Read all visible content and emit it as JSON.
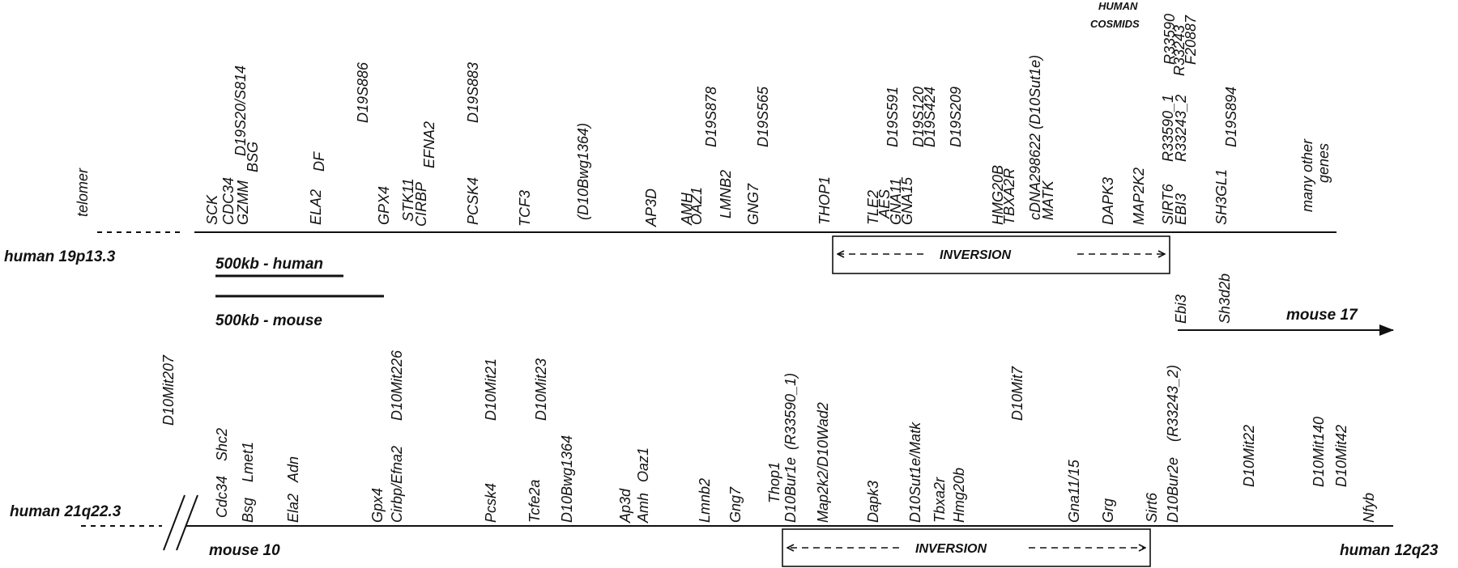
{
  "top_track": {
    "left_label": "telomer",
    "chrom_label": "human 19p13.3",
    "right_label_1": "many other",
    "right_label_2": "genes",
    "cosmids_label_1": "HUMAN",
    "cosmids_label_2": "COSMIDS",
    "inversion_label": "INVERSION",
    "scale_human": "500kb - human",
    "scale_mouse": "500kb - mouse",
    "genes": [
      "SCK",
      "CDC34",
      "GZMM",
      "BSG",
      "D19S20/S814",
      "ELA2",
      "DF",
      "D19S886",
      "GPX4",
      "STK11",
      "CIRBP",
      "EFNA2",
      "PCSK4",
      "D19S883",
      "TCF3",
      "(D10Bwg1364)",
      "AP3D",
      "AMH",
      "OAZ1",
      "D19S878",
      "LMNB2",
      "GNG7",
      "D19S565",
      "THOP1",
      "TLE2",
      "AES",
      "GNA11",
      "GNA15",
      "D19S591",
      "D19S120",
      "D19S424",
      "D19S209",
      "HMG20B",
      "TBXA2R",
      "cDNA298622 (D10Sut1e)",
      "MATK",
      "DAPK3",
      "MAP2K2",
      "SIRT6",
      "EBI3",
      "R33590_1",
      "R33243_2",
      "R33590",
      "R33243",
      "F20887",
      "SH3GL1",
      "D19S894"
    ]
  },
  "mid_mouse": {
    "ebi3": "Ebi3",
    "sh3d2b": "Sh3d2b",
    "arrow_label": "mouse 17"
  },
  "bottom_track": {
    "chrom_label": "human 21q22.3",
    "mouse_label": "mouse 10",
    "right_label": "human 12q23",
    "inversion_label": "INVERSION",
    "genes": [
      "D10Mit207",
      "Cdc34",
      "Shc2",
      "Bsg",
      "Lmet1",
      "Ela2",
      "Adn",
      "Gpx4",
      "Cirbp/Efna2",
      "D10Mit226",
      "Pcsk4",
      "D10Mit21",
      "Tcfe2a",
      "D10Mit23",
      "D10Bwg1364",
      "Ap3d",
      "Amh",
      "Oaz1",
      "Lmnb2",
      "Gng7",
      "Thop1",
      "D10Bur1e",
      "(R33590_1)",
      "Map2k2/D10Wad2",
      "Dapk3",
      "D10Sut1e/Matk",
      "Tbxa2r",
      "Hmg20b",
      "D10Mit7",
      "Gna11/15",
      "Grg",
      "Sirt6",
      "D10Bur2e",
      "(R33243_2)",
      "D10Mit22",
      "D10Mit140",
      "D10Mit42",
      "Nfyb"
    ]
  }
}
